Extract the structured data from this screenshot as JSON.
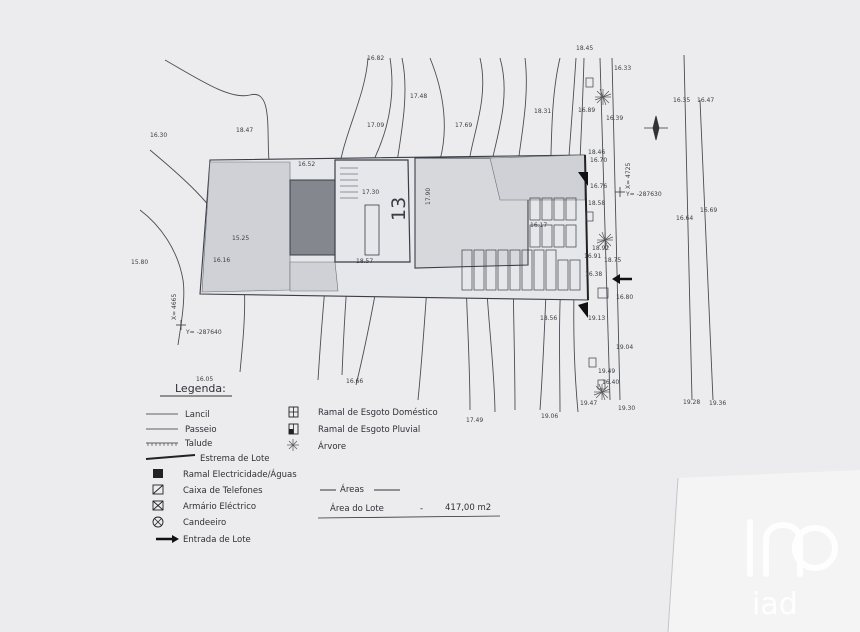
{
  "plan": {
    "lot_number": "13",
    "labels": [
      "16.52",
      "17.30",
      "18.57",
      "16.16",
      "15.25",
      "15.80",
      "18.47",
      "16.30",
      "16.82",
      "17.48",
      "17.09",
      "17.69",
      "18.31",
      "18.45",
      "16.33",
      "16.35",
      "16.47",
      "16.89",
      "16.39",
      "18.46",
      "16.70",
      "16.76",
      "18.58",
      "16.69",
      "16.64",
      "16.17",
      "17.90",
      "16.91",
      "18.92",
      "16.38",
      "16.80",
      "19.13",
      "18.56",
      "19.04",
      "16.66",
      "17.49",
      "19.06",
      "19.47",
      "19.30",
      "19.28",
      "19.36",
      "16.05",
      "18.75",
      "19.49",
      "16.40"
    ],
    "coord_left_x": "X= 4665",
    "coord_left_y": "Y= -287640",
    "coord_right_x": "X= 4725",
    "coord_right_y": "Y= -287630"
  },
  "legend": {
    "title": "Legenda:",
    "items_left": [
      "Lancil",
      "Passeio",
      "Talude",
      "Estrema de Lote",
      "Ramal Electricidade/Águas",
      "Caixa de Telefones",
      "Armário Eléctrico",
      "Candeeiro",
      "Entrada de Lote"
    ],
    "items_right": [
      "Ramal de Esgoto Doméstico",
      "Ramal de Esgoto Pluvial",
      "Árvore"
    ]
  },
  "areas": {
    "title": "Áreas",
    "row_label": "Área do Lote",
    "row_sep": "-",
    "row_value": "417,00 m2"
  },
  "brand": {
    "line1": "iad"
  }
}
